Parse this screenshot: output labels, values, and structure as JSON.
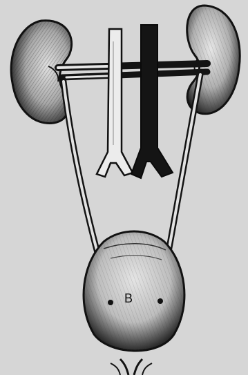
{
  "figure": {
    "label_bladder": "B",
    "subject": "urinary-system",
    "parts": [
      "kidney-left",
      "kidney-right",
      "renal-vessels",
      "aorta",
      "vena-cava",
      "ureter-left",
      "ureter-right",
      "bladder",
      "urethra"
    ],
    "colors": {
      "background": "#d6d6d6",
      "ink": "#141414",
      "vessel_light": "#e8e8e8"
    }
  }
}
